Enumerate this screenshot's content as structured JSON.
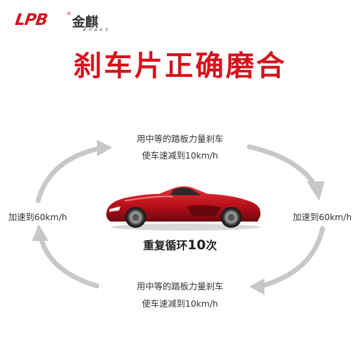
{
  "logo": {
    "letters": "LPB",
    "registered": "®",
    "chinese": "金麒",
    "sub": "BRAKE"
  },
  "title": "刹车片正确磨合",
  "steps": {
    "top_line1": "用中等的踏板力量刹车",
    "top_line2": "使车速减到10km/h",
    "right": "加速到60km/h",
    "bottom_line1": "用中等的踏板力量刹车",
    "bottom_line2": "使车速减到10km/h",
    "left": "加速到60km/h"
  },
  "center": {
    "prefix": "重复循环",
    "number": "10",
    "suffix": "次"
  },
  "colors": {
    "brand_red": "#d6121b",
    "arrow_gray": "#c8c8c8",
    "car_red": "#c4141c"
  },
  "icons": [
    "cycle-arrows-icon",
    "sports-car-illustration"
  ]
}
